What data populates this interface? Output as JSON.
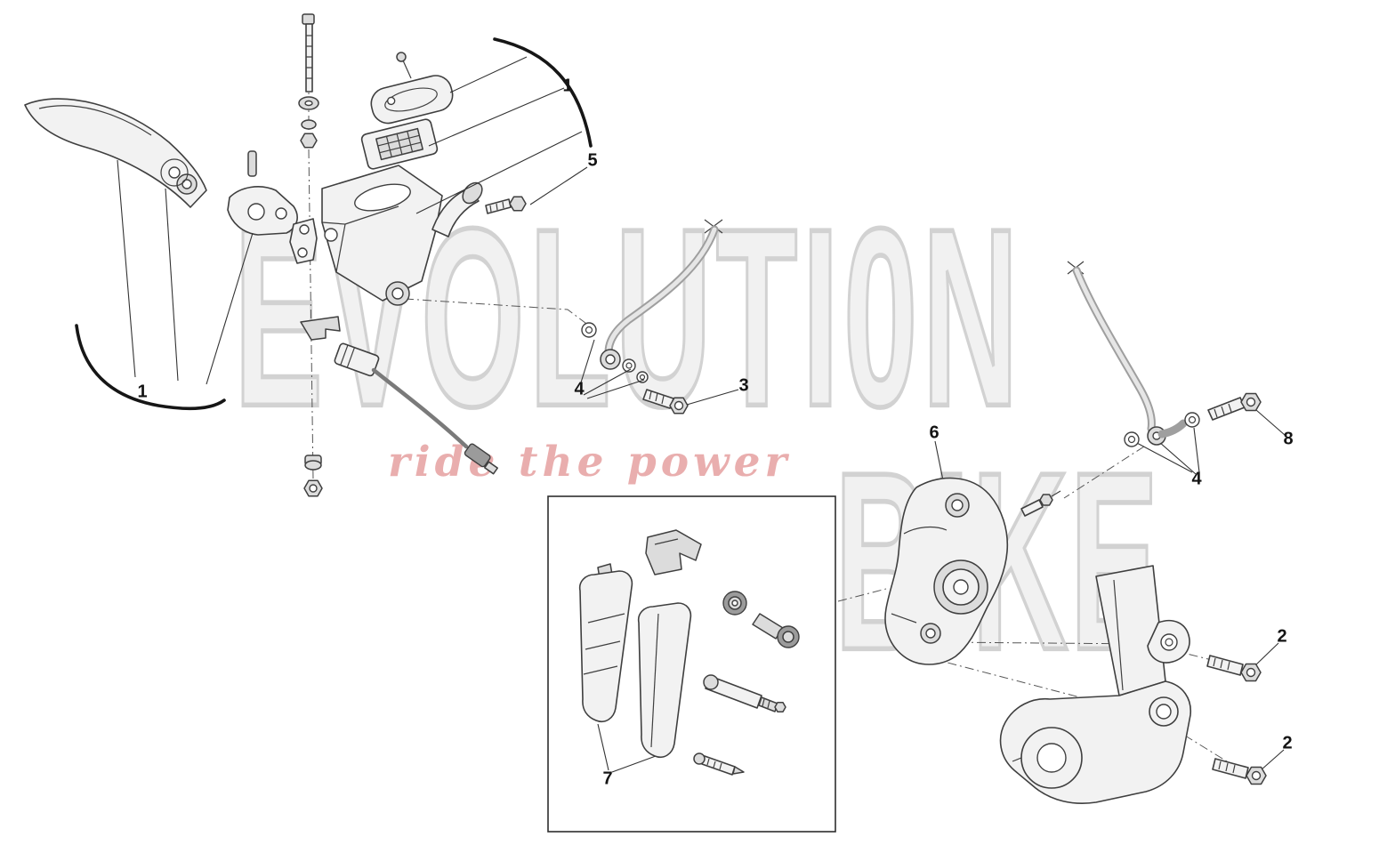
{
  "watermark": {
    "line1": "EVOLUTI0N",
    "line2": "BIKE",
    "tagline": "ride the power"
  },
  "colors": {
    "watermark_outline": "#d2d2d2",
    "tagline": "#db7d7d",
    "line_art": "#3f3f3f"
  },
  "diagram": {
    "callouts": {
      "n1_top": "1",
      "n1_left": "1",
      "n2_upper": "2",
      "n2_lower": "2",
      "n3": "3",
      "n4_left": "4",
      "n4_right": "4",
      "n5": "5",
      "n6": "6",
      "n7": "7",
      "n8": "8"
    }
  }
}
